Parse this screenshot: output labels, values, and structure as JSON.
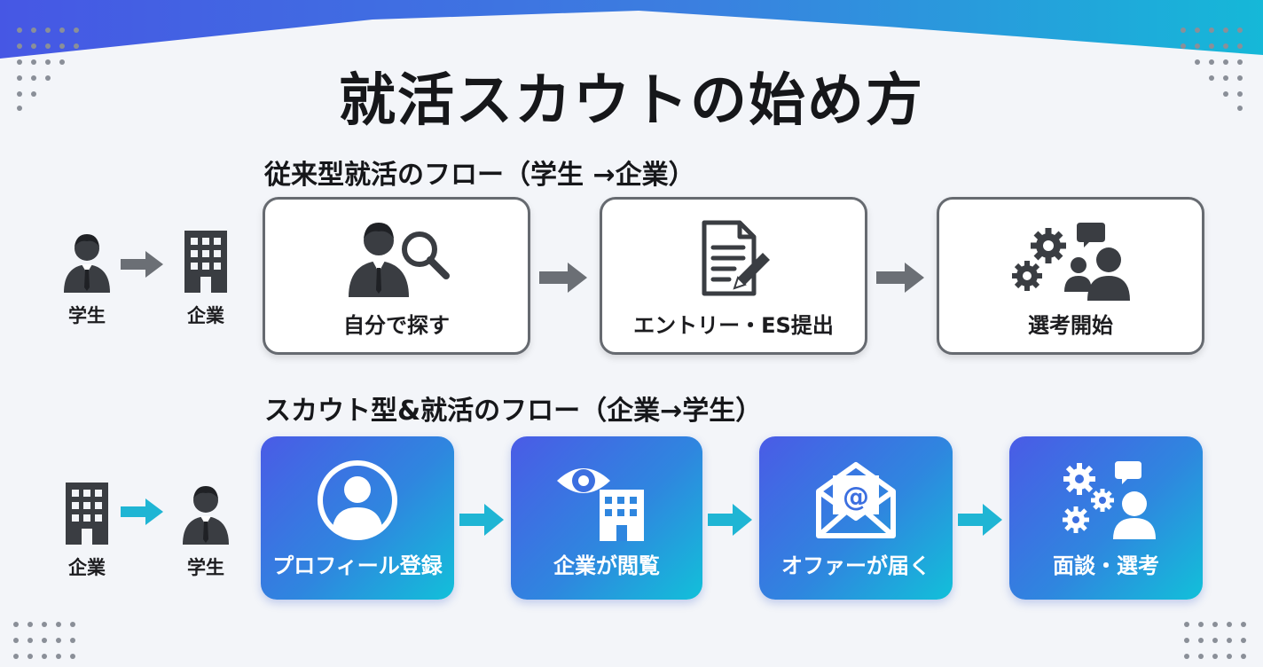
{
  "title": "就活スカウトの始め方",
  "colors": {
    "gray_icon": "#3a3d42",
    "gray_arrow": "#6b6f75",
    "cyan_arrow": "#1fb5d4",
    "gradient_start": "#4a5be6",
    "gradient_end": "#12c0d9"
  },
  "traditional": {
    "heading": "従来型就活のフロー（学生 →企業）",
    "from_label": "学生",
    "to_label": "企業",
    "steps": [
      {
        "label": "自分で探す",
        "icon": "person-search-icon"
      },
      {
        "label": "エントリー・ES提出",
        "icon": "document-pen-icon"
      },
      {
        "label": "選考開始",
        "icon": "gears-person-chat-icon"
      }
    ]
  },
  "scout": {
    "heading": "スカウト型&就活のフロー（企業→学生）",
    "from_label": "企業",
    "to_label": "学生",
    "steps": [
      {
        "label": "プロフィール登録",
        "icon": "profile-circle-icon"
      },
      {
        "label": "企業が閲覧",
        "icon": "eye-building-icon"
      },
      {
        "label": "オファーが届く",
        "icon": "mail-at-icon"
      },
      {
        "label": "面談・選考",
        "icon": "gears-person-chat-icon"
      }
    ]
  }
}
